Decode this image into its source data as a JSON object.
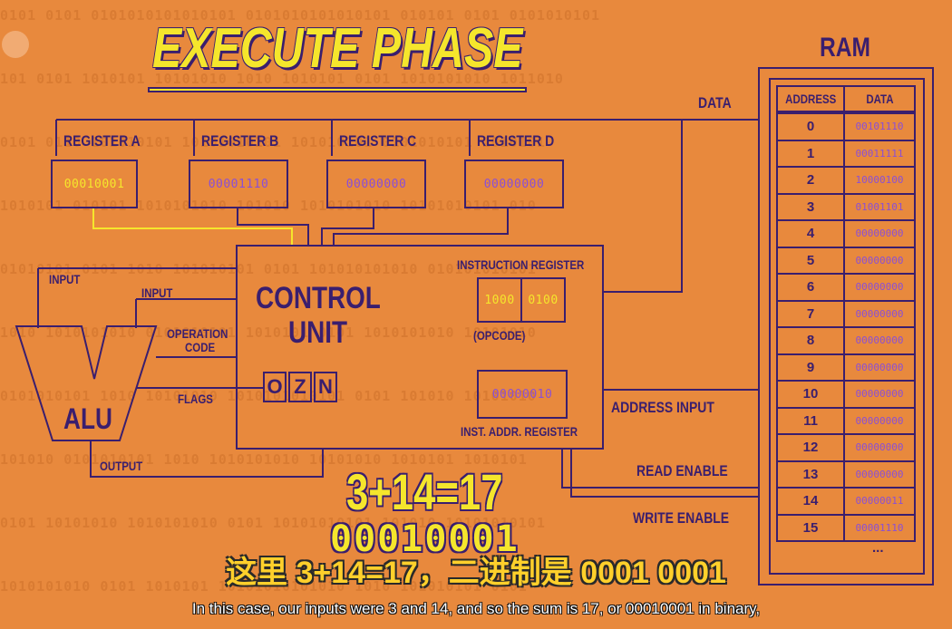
{
  "title": "EXECUTE PHASE",
  "ram": {
    "title": "RAM",
    "header_address": "ADDRESS",
    "header_data": "DATA",
    "rows": [
      {
        "address": "0",
        "data": "00101110"
      },
      {
        "address": "1",
        "data": "00011111"
      },
      {
        "address": "2",
        "data": "10000100"
      },
      {
        "address": "3",
        "data": "01001101"
      },
      {
        "address": "4",
        "data": "00000000"
      },
      {
        "address": "5",
        "data": "00000000"
      },
      {
        "address": "6",
        "data": "00000000"
      },
      {
        "address": "7",
        "data": "00000000"
      },
      {
        "address": "8",
        "data": "00000000"
      },
      {
        "address": "9",
        "data": "00000000"
      },
      {
        "address": "10",
        "data": "00000000"
      },
      {
        "address": "11",
        "data": "00000000"
      },
      {
        "address": "12",
        "data": "00000000"
      },
      {
        "address": "13",
        "data": "00000000"
      },
      {
        "address": "14",
        "data": "00000011"
      },
      {
        "address": "15",
        "data": "00001110"
      }
    ],
    "ellipsis": "..."
  },
  "registers": [
    {
      "label": "REGISTER A",
      "value": "00010001",
      "color": "#f5e62c"
    },
    {
      "label": "REGISTER B",
      "value": "00001110",
      "color": "#8a4fd6"
    },
    {
      "label": "REGISTER C",
      "value": "00000000",
      "color": "#8a4fd6"
    },
    {
      "label": "REGISTER D",
      "value": "00000000",
      "color": "#8a4fd6"
    }
  ],
  "control_unit": {
    "title_line1": "CONTROL",
    "title_line2": "UNIT",
    "instruction_register_label": "INSTRUCTION REGISTER",
    "opcode_value": "1000",
    "operand_value": "0100",
    "opcode_label": "(OPCODE)",
    "inst_addr_value": "00000010",
    "inst_addr_label": "INST. ADDR. REGISTER",
    "flags": [
      "O",
      "Z",
      "N"
    ]
  },
  "alu": {
    "label": "ALU",
    "input_left": "INPUT",
    "input_right": "INPUT",
    "operation_code_line1": "OPERATION",
    "operation_code_line2": "CODE",
    "flags": "FLAGS",
    "output": "OUTPUT"
  },
  "bus_labels": {
    "data": "DATA",
    "address_input": "ADDRESS INPUT",
    "read_enable": "READ ENABLE",
    "write_enable": "WRITE ENABLE"
  },
  "equation": "3+14=17",
  "binary_result": "00010001",
  "subtitle_cn": "这里 3+14=17，二进制是 0001 0001",
  "subtitle_en": "In this case, our inputs were 3 and 14, and so the sum is 17, or 00010001 in binary,",
  "colors": {
    "background": "#e8893d",
    "line": "#3a1e6e",
    "accent": "#f5e62c",
    "value": "#8a4fd6"
  },
  "background_binary": [
    "0101 0101 0101010101010101 0101010101010101 010101 0101 0101010101",
    "101 0101 1010101 10101010 1010 1010101 0101 1010101010 1011010",
    "0101 0110 101010101 10101010101 101010101 0101010101 1010101",
    "1010101 010101 1010101010 101010 1010101010 10101010101 010",
    "01010101 0101 1010 101010101 0101 101010101010 010101010101",
    "1010 1010101010 0101010101 1010101 0101 1010101010 10101010",
    "0101010101 1010 10101010 1010101010101 0101 101010 10101010",
    "101010 0101010101 1010 1010101010 10101010 1010101 1010101",
    "0101 10101010 1010101010 0101 10101010101 101010 10101010101",
    "1010101010 0101 1010101 10101010101010 1010 101010101 0101"
  ]
}
